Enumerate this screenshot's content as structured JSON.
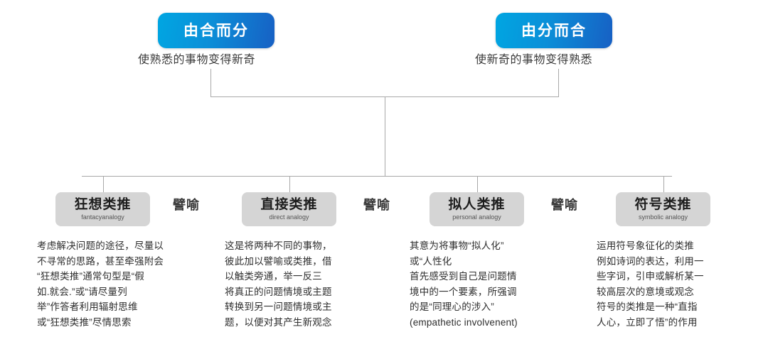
{
  "diagram": {
    "top_nodes": [
      {
        "label": "由合而分",
        "caption": "使熟悉的事物变得新奇"
      },
      {
        "label": "由分而合",
        "caption": "使新奇的事物变得熟悉"
      }
    ],
    "relation_labels": [
      "譬喻",
      "譬喻",
      "譬喻"
    ],
    "categories": [
      {
        "title": "狂想类推",
        "subtitle": "fantacyanalogy",
        "description": "考虑解决问题的途径，尽量以\n不寻常的思路，甚至牵强附会\n“狂想类推”通常句型是“假\n如.就会.”或“请尽量列\n举”作答者利用辐射思维\n或“狂想类推”尽情思索"
      },
      {
        "title": "直接类推",
        "subtitle": "direct analogy",
        "description": "这是将两种不同的事物，\n彼此加以譬喻或类推，借\n以触类旁通，举一反三\n将真正的问题情境或主题\n转换到另一问题情境或主\n题，以便对其产生新观念"
      },
      {
        "title": "拟人类推",
        "subtitle": "personal analogy",
        "description": "其意为将事物“拟人化”\n或“人性化\n首先感受到自己是问题情\n境中的一个要素，所强调\n的是“同理心的涉入”\n(empathetic involvenent)"
      },
      {
        "title": "符号类推",
        "subtitle": "symbolic analogy",
        "description": "运用符号象征化的类推\n例如诗词的表达，利用一\n些字词，引申或解析某一\n较高层次的意境或观念\n符号的类推是一种“直指\n人心，立即了悟”的作用"
      }
    ],
    "colors": {
      "top_box_gradient_start": "#00a6e2",
      "top_box_gradient_end": "#1760c4",
      "top_box_text": "#ffffff",
      "node_box_background": "#d5d5d5",
      "node_title_text": "#1d1d1d",
      "connector_line": "#a8a8a8",
      "body_text": "#2e2e2e",
      "page_background": "#ffffff"
    }
  }
}
